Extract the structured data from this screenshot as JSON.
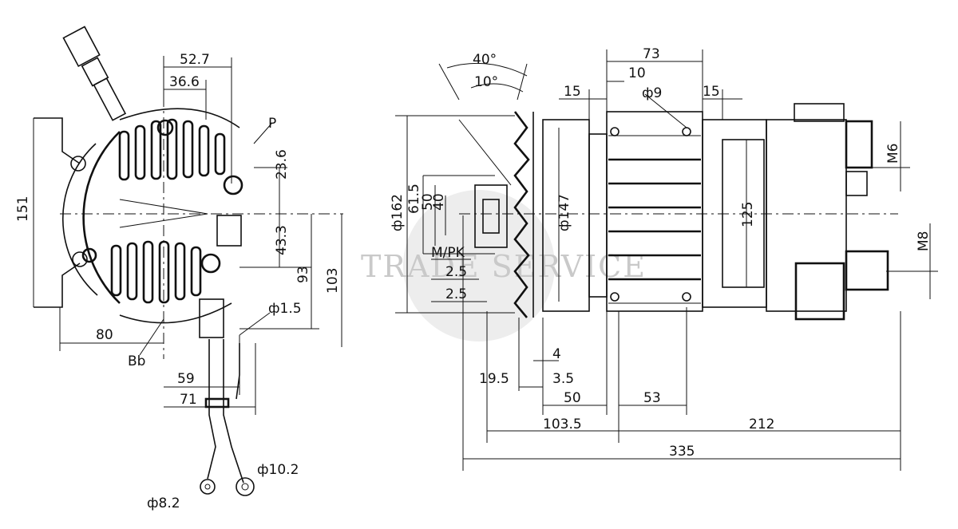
{
  "watermark": "TRADE SERVICE",
  "front_view": {
    "dim_52_7": "52.7",
    "dim_36_6": "36.6",
    "dim_151": "151",
    "dim_23_6": "23.6",
    "dim_43_3": "43.3",
    "dim_93": "93",
    "dim_103": "103",
    "dim_80": "80",
    "dim_59": "59",
    "dim_71": "71",
    "label_p": "P",
    "label_bb": "Bb",
    "dim_phi_1_5": "ф1.5",
    "dim_phi_10_2": "ф10.2",
    "dim_phi_8_2": "ф8.2"
  },
  "side_view": {
    "angle_40": "40°",
    "angle_10": "10°",
    "dim_73": "73",
    "dim_10": "10",
    "dim_15_left": "15",
    "dim_15_right": "15",
    "label_pos": "ф9",
    "dim_phi_162": "ф162",
    "dim_phi_147": "ф147",
    "dim_125": "125",
    "dim_61_5": "61.5",
    "dim_50_v": "50",
    "dim_40_v": "40",
    "label_m6": "M6",
    "label_m8": "M8",
    "label_m_pk": "M/PK",
    "dim_2_5_a": "2.5",
    "dim_2_5_b": "2.5",
    "dim_4": "4",
    "dim_19_5": "19.5",
    "dim_3_5": "3.5",
    "dim_50": "50",
    "dim_53": "53",
    "dim_103_5": "103.5",
    "dim_212": "212",
    "dim_335": "335"
  }
}
